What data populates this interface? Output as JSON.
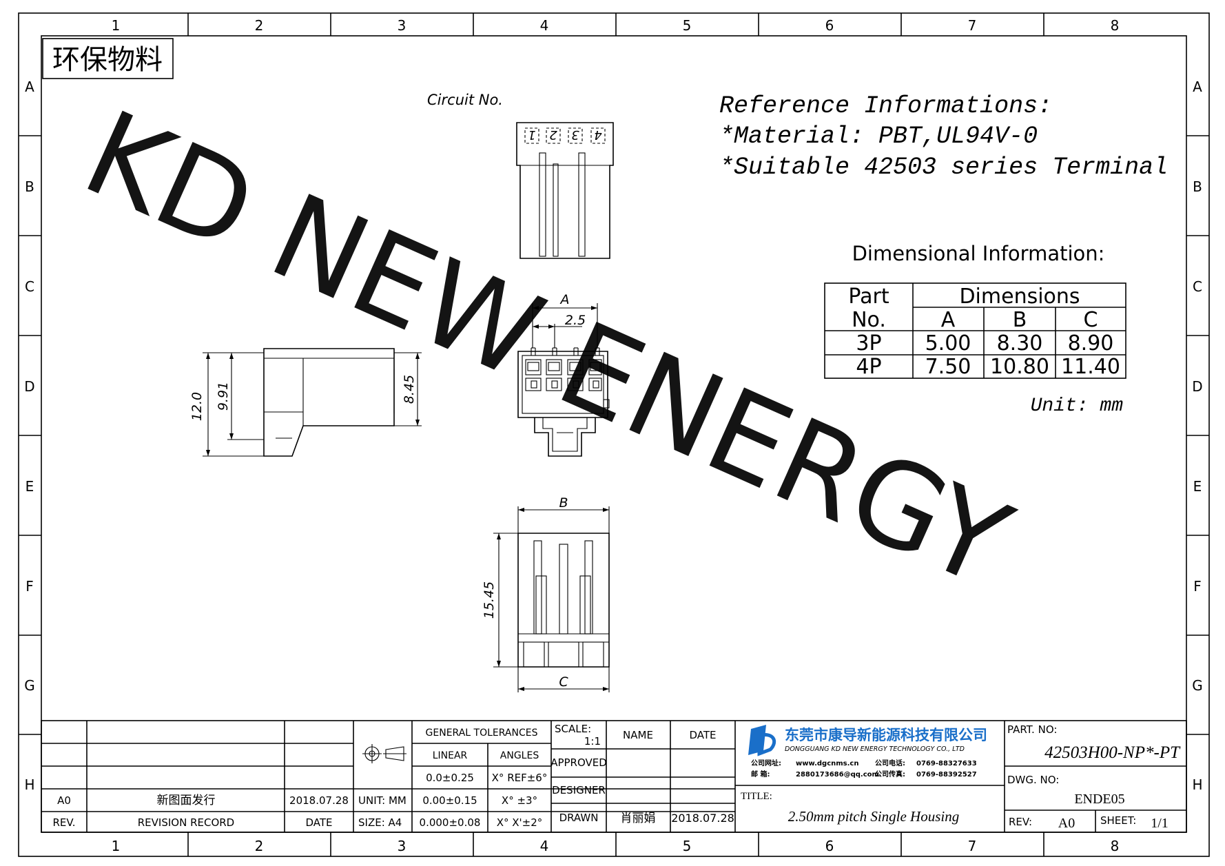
{
  "frame": {
    "zone_columns": [
      "1",
      "2",
      "3",
      "4",
      "5",
      "6",
      "7",
      "8"
    ],
    "zone_rows": [
      "A",
      "B",
      "C",
      "D",
      "E",
      "F",
      "G",
      "H"
    ]
  },
  "eco_tag": "环保物料",
  "watermark": "KD NEW ENERGY",
  "circuit_label": "Circuit No.",
  "circuit_numbers": [
    "1",
    "2",
    "3",
    "4"
  ],
  "reference": {
    "title": "Reference Informations:",
    "material": "*Material: PBT,UL94V-0",
    "terminal": "*Suitable 42503 series Terminal"
  },
  "dimensional": {
    "title": "Dimensional Information:",
    "header_part_1": "Part",
    "header_part_2": "No.",
    "header_dimensions": "Dimensions",
    "columns": [
      "A",
      "B",
      "C"
    ],
    "rows": [
      {
        "part": "3P",
        "values": [
          "5.00",
          "8.30",
          "8.90"
        ]
      },
      {
        "part": "4P",
        "values": [
          "7.50",
          "10.80",
          "11.40"
        ]
      }
    ],
    "unit": "Unit: mm"
  },
  "dims": {
    "a": "A",
    "pitch": "2.5",
    "b": "B",
    "c": "C",
    "h12": "12.0",
    "h991": "9.91",
    "h845": "8.45",
    "l1545": "15.45"
  },
  "title_block": {
    "general_tolerances": "GENERAL TOLERANCES",
    "linear": "LINEAR",
    "angles": "ANGLES",
    "tol_linear": [
      "0.0±0.25",
      "0.00±0.15",
      "0.000±0.08"
    ],
    "tol_angles": [
      "X° REF±6°",
      "X° ±3°",
      "X° X'±2°"
    ],
    "unit": "UNIT: MM",
    "size": "SIZE: A4",
    "scale_label": "SCALE:",
    "scale_value": "1:1",
    "name_header": "NAME",
    "date_header": "DATE",
    "approved": "APPROVED",
    "designer": "DESIGNER",
    "drawn": "DRAWN",
    "drawn_name": "肖丽娟",
    "drawn_date": "2018.07.28",
    "rev_rows": [
      {
        "rev": "A0",
        "record": "新图面发行",
        "date": "2018.07.28"
      }
    ],
    "rev_header": "REV.",
    "record_header": "REVISION RECORD",
    "date_col_header": "DATE",
    "company_cn": "东莞市康导新能源科技有限公司",
    "company_en": "DONGGUANG KD NEW ENERGY TECHNOLOGY CO., LTD",
    "company_site_label": "公司网址:",
    "company_site": "www.dgcnms.cn",
    "company_phone_label": "公司电话:",
    "company_phone": "0769-88327633",
    "company_mail_label": "邮    箱:",
    "company_mail": "2880173686@qq.com",
    "company_fax_label": "公司传真:",
    "company_fax": "0769-88392527",
    "title_label": "TITLE:",
    "title_value": "2.50mm pitch Single Housing",
    "part_no_label": "PART. NO:",
    "part_no": "42503H00-NP*-PT",
    "dwg_no_label": "DWG. NO:",
    "dwg_no": "ENDE05",
    "rev_label": "REV:",
    "rev_value": "A0",
    "sheet_label": "SHEET:",
    "sheet_value": "1/1"
  },
  "colors": {
    "watermark": "#43f0f3",
    "logo": "#1a6fc9"
  }
}
